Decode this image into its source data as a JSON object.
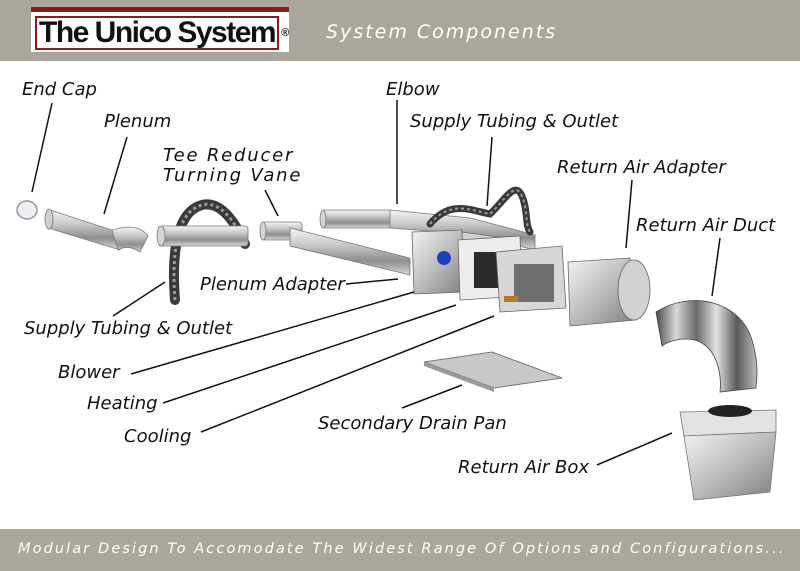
{
  "header": {
    "logo_text": "The Unico System",
    "logo_mark": "®",
    "title": "System Components"
  },
  "labels": {
    "end_cap": "End Cap",
    "plenum": "Plenum",
    "tee_reducer": "Tee Reducer",
    "turning_vane": "Turning Vane",
    "elbow": "Elbow",
    "supply_tubing_outlet_top": "Supply Tubing & Outlet",
    "return_air_adapter": "Return Air Adapter",
    "return_air_duct": "Return Air Duct",
    "plenum_adapter": "Plenum Adapter",
    "supply_tubing_outlet_left": "Supply Tubing & Outlet",
    "blower": "Blower",
    "heating": "Heating",
    "cooling": "Cooling",
    "secondary_drain_pan": "Secondary Drain Pan",
    "return_air_box": "Return Air Box"
  },
  "footer": {
    "tagline": "Modular Design To Accomodate The Widest Range Of Options and Configurations..."
  },
  "colors": {
    "header_bar": "#aaa59d",
    "logo_accent": "#8c1b1b",
    "text": "#111111",
    "blower_motor": "#1f3fbf"
  }
}
